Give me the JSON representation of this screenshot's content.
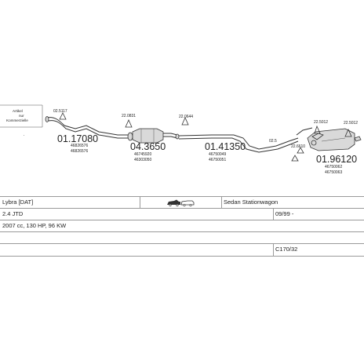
{
  "diagram": {
    "callout_lines": [
      "Artikel",
      "nur",
      "Kommerzielle"
    ],
    "parts": {
      "front_pipe": {
        "number": "01.17080",
        "codes": [
          "46826576",
          "46826576"
        ],
        "clamp": "02.5117"
      },
      "catalyst": {
        "number": "04.3650",
        "codes": [
          "46745920",
          "46303050"
        ],
        "bracket": "22.0831"
      },
      "mid_pipe": {
        "number": "01.41350",
        "codes": [
          "46750049",
          "46750051"
        ],
        "bracket": "22.0644"
      },
      "rear_silencer": {
        "number": "01.96120",
        "codes": [
          "46750062",
          "46750063"
        ],
        "hangers": [
          "22.6610",
          "22.5012",
          "22.5012"
        ]
      },
      "clamp_rear": "02.5"
    }
  },
  "info": {
    "model": "Lybra [DAT]",
    "body_type": "Sedan Stationwagon",
    "engine": "2.4 JTD",
    "date": "09/99 -",
    "spec": "2007 cc, 130 HP, 96 KW",
    "reference": "C170/32"
  },
  "icons": [
    "sedan-icon",
    "stationwagon-icon"
  ]
}
